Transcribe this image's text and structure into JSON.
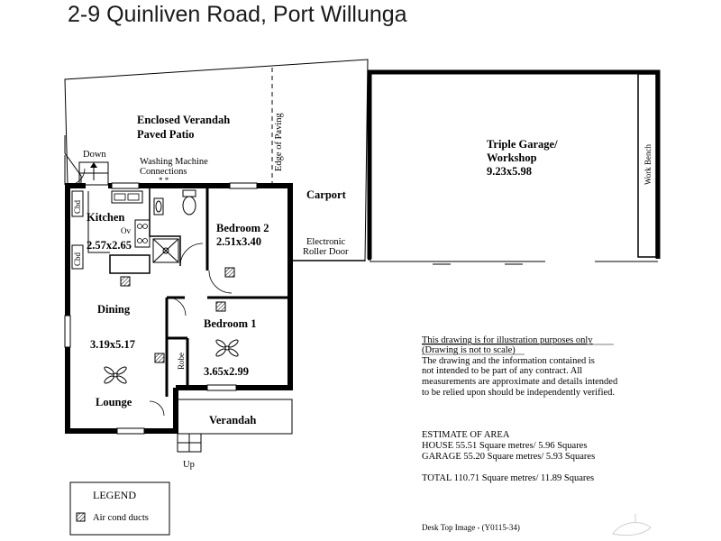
{
  "title": "2-9 Quinliven Road, Port Willunga",
  "rooms": {
    "enclosed_verandah": "Enclosed Verandah",
    "paved_patio": "Paved Patio",
    "washing_machine": "Washing Machine",
    "connections": "Connections",
    "edge_of_paving": "Edge of Paving",
    "down": "Down",
    "kitchen": "Kitchen",
    "kitchen_dim": "2.57x2.65",
    "ov": "Ov",
    "cbd_top": "Cbd",
    "cbd_mid": "Cbd",
    "bedroom2": "Bedroom 2",
    "bedroom2_dim": "2.51x3.40",
    "bedroom1": "Bedroom 1",
    "bedroom1_dim": "3.65x2.99",
    "robe": "Robe",
    "dining": "Dining",
    "dining_dim": "3.19x5.17",
    "lounge": "Lounge",
    "verandah": "Verandah",
    "up": "Up",
    "carport": "Carport",
    "roller_line1": "Electronic",
    "roller_line2": "Roller Door",
    "garage_line1": "Triple Garage/",
    "garage_line2": "Workshop",
    "garage_dim": "9.23x5.98",
    "work_bench": "Work Bench"
  },
  "disclaimer": {
    "line1": "This drawing is for illustration purposes only",
    "line2": "(Drawing is not to scale)",
    "line3": "The drawing and the information contained is",
    "line4": "not intended to be part of any contract.  All",
    "line5": "measurements are approximate and details intended",
    "line6": "to be relied upon should be independently verified."
  },
  "area": {
    "heading": "ESTIMATE OF AREA",
    "house": "HOUSE  55.51 Square metres/  5.96 Squares",
    "garage": "GARAGE  55.20 Square metres/  5.93 Squares",
    "total": "TOTAL  110.71 Square metres/  11.89 Squares"
  },
  "legend": {
    "title": "LEGEND",
    "item": "Air cond ducts"
  },
  "footer": "Desk Top Image - (Y0115-34)",
  "icons": [
    "air-duct-icon",
    "ceiling-fan-icon",
    "toilet-icon",
    "sink-icon",
    "stove-icon",
    "shower-icon",
    "door-arrow-icon"
  ]
}
